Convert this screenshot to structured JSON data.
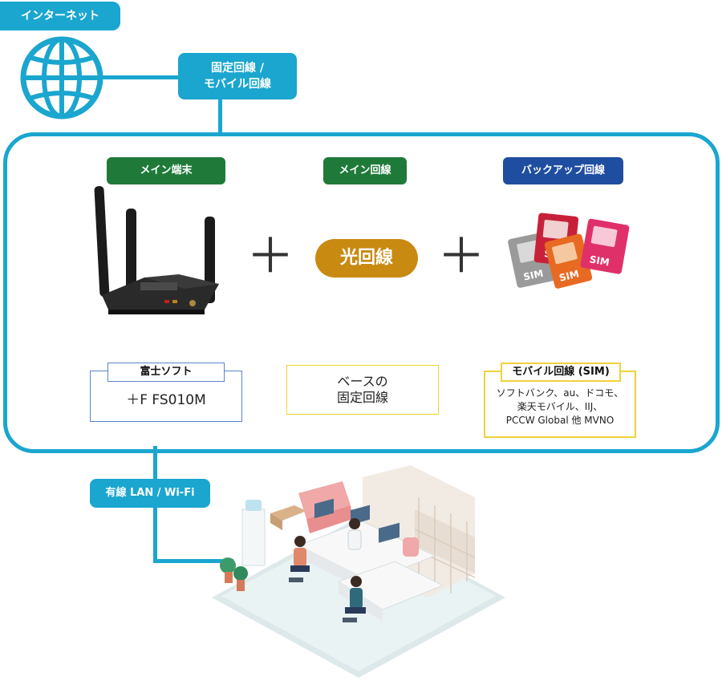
{
  "internet_label": "インターネット",
  "fixed_mobile_label_line1": "固定回線 /",
  "fixed_mobile_label_line2": "モバイル回線",
  "lan_label": "有線 LAN / Wi-Fi",
  "main_terminal_tag": "メイン端末",
  "main_line_tag": "メイン回線",
  "backup_line_tag": "バックアップ回線",
  "plus_symbol": "＋",
  "hikari_label": "光回線",
  "fujisoft_card": {
    "title": "富士ソフト",
    "body": "＋F FS010M"
  },
  "base_card": {
    "line1": "ベースの",
    "line2": "固定回線"
  },
  "sim_card": {
    "title": "モバイル回線 (SIM)",
    "line1": "ソフトバンク、au、ドコモ、",
    "line2": "楽天モバイル、IIJ、",
    "line3": "PCCW Global 他 MVNO"
  },
  "sim_chip_text": "SIM",
  "colors": {
    "teal": "#1aa6cf",
    "green": "#1f7a3a",
    "navy": "#1f4ea0",
    "gold": "#c98a12",
    "fujisoft_border": "#5a86c5",
    "yellow_border": "#f0d23c"
  }
}
